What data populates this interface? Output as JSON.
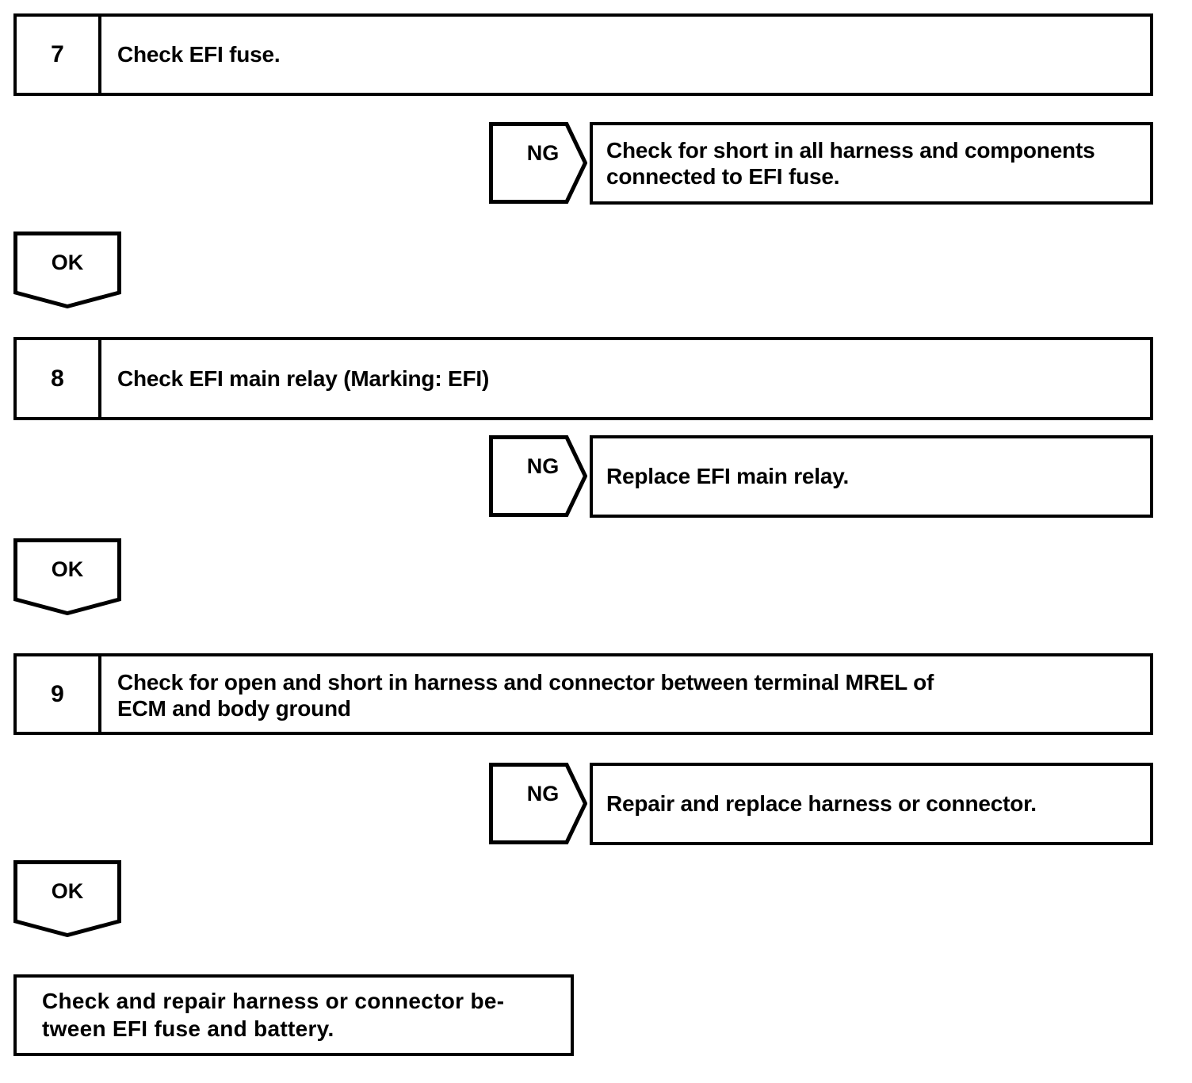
{
  "diagram": {
    "type": "troubleshooting-flowchart",
    "colors": {
      "stroke": "#000000",
      "fill": "#ffffff",
      "text": "#000000"
    },
    "steps": [
      {
        "number": "7",
        "text": "Check EFI fuse.",
        "branch": {
          "label": "NG",
          "text": "Check for short in all harness and components\nconnected to EFI fuse."
        },
        "pass": {
          "label": "OK"
        }
      },
      {
        "number": "8",
        "text": "Check EFI main relay (Marking: EFI)",
        "branch": {
          "label": "NG",
          "text": "Replace EFI main relay."
        },
        "pass": {
          "label": "OK"
        }
      },
      {
        "number": "9",
        "text": "Check for open and short in harness and connector between terminal MREL of\nECM and body ground",
        "branch": {
          "label": "NG",
          "text": "Repair and replace harness or connector."
        },
        "pass": {
          "label": "OK"
        }
      }
    ],
    "terminal": {
      "text": "Check and repair harness or connector be-\ntween EFI fuse and battery."
    }
  }
}
